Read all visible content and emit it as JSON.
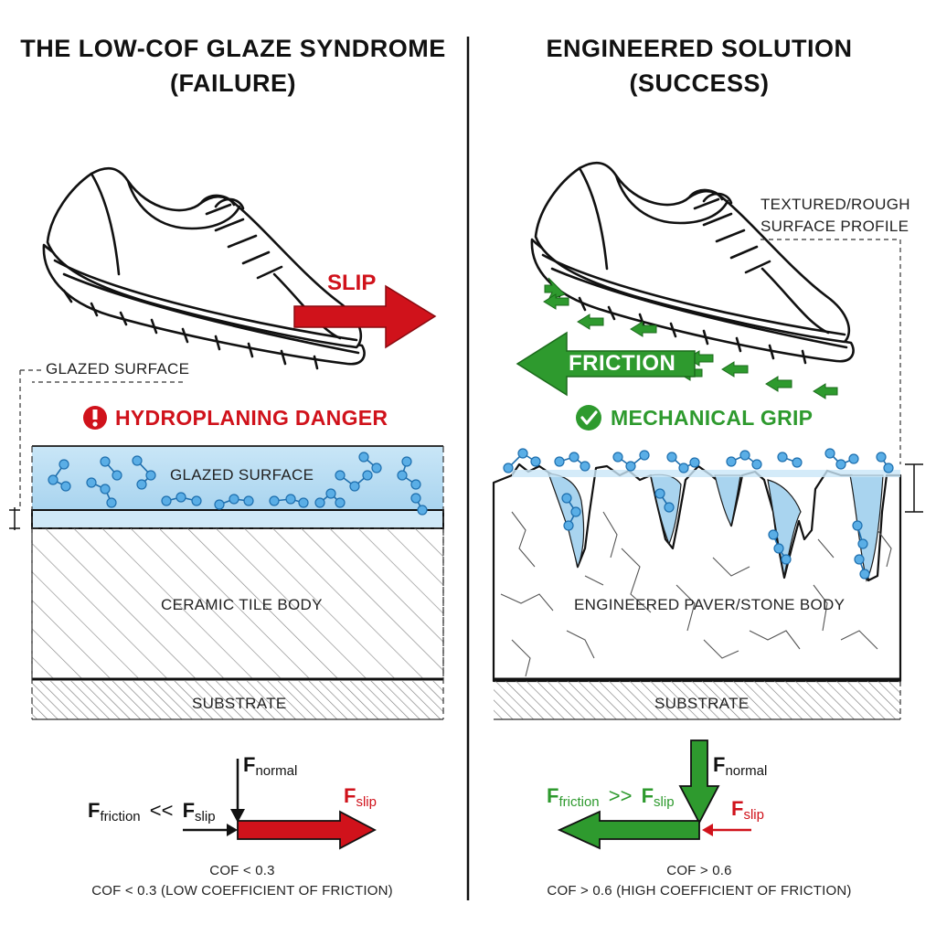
{
  "left": {
    "title_line1": "THE LOW-COF GLAZE SYNDROME",
    "title_line2": "(FAILURE)",
    "slip_label": "SLIP",
    "glazed_callout": "GLAZED SURFACE",
    "warning": "HYDROPLANING DANGER",
    "warning_icon": "exclamation-circle-icon",
    "glaze_layer_label": "GLAZED SURFACE",
    "body_label": "CERAMIC TILE BODY",
    "substrate_label": "SUBSTRATE",
    "f_normal": "F",
    "f_normal_sub": "normal",
    "f_friction": "F",
    "f_friction_sub": "friction",
    "relation": "<<",
    "f_slip": "F",
    "f_slip_sub": "slip",
    "cof_line1": "COF < 0.3",
    "cof_line2": "COF < 0.3 (LOW COEFFICIENT OF FRICTION)"
  },
  "right": {
    "title_line1": "ENGINEERED SOLUTION",
    "title_line2": "(SUCCESS)",
    "friction_label": "FRICTION",
    "texture_callout_line1": "TEXTURED/ROUGH",
    "texture_callout_line2": "SURFACE PROFILE",
    "grip_label": "MECHANICAL GRIP",
    "grip_icon": "check-circle-icon",
    "body_label": "ENGINEERED PAVER/STONE BODY",
    "substrate_label": "SUBSTRATE",
    "f_normal": "F",
    "f_normal_sub": "normal",
    "f_friction": "F",
    "f_friction_sub": "friction",
    "relation": ">>",
    "f_slip": "F",
    "f_slip_sub": "slip",
    "cof_line1": "COF > 0.6",
    "cof_line2": "COF > 0.6 (HIGH COEFFICIENT OF FRICTION)"
  },
  "colors": {
    "danger": "#d0121b",
    "success": "#2e9a2e",
    "water": "#bcdff3",
    "molecule": "#4a9fde"
  }
}
